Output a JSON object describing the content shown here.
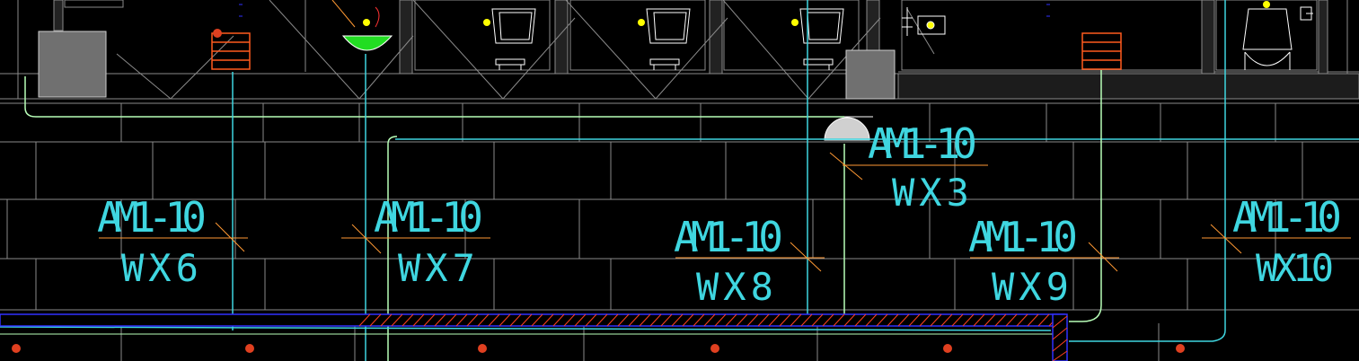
{
  "drawing": {
    "background": "#000000",
    "colors": {
      "grid": "#8a8a8a",
      "cyan": "#3fd6e0",
      "lightgreen": "#b8ffb8",
      "red": "#e04020",
      "orange": "#ff5a1e",
      "yellow": "#ffff00",
      "green": "#22dd22",
      "blue": "#3030ff",
      "gray_fill": "#707070",
      "white": "#ffffff"
    },
    "circuits": [
      {
        "id": "wx6",
        "panel": "AM1-10",
        "circuit": "WX6"
      },
      {
        "id": "wx7",
        "panel": "AM1-10",
        "circuit": "WX7"
      },
      {
        "id": "wx3",
        "panel": "AM1-10",
        "circuit": "WX3"
      },
      {
        "id": "wx8",
        "panel": "AM1-10",
        "circuit": "WX8"
      },
      {
        "id": "wx9",
        "panel": "AM1-10",
        "circuit": "WX9"
      },
      {
        "id": "wx10",
        "panel": "AM1-10",
        "circuit": "WX10"
      }
    ],
    "symbols": {
      "column_markers": 6,
      "fixtures": [
        "washbasin",
        "toilet",
        "toilet",
        "toilet",
        "water-heater",
        "toilet"
      ]
    }
  }
}
